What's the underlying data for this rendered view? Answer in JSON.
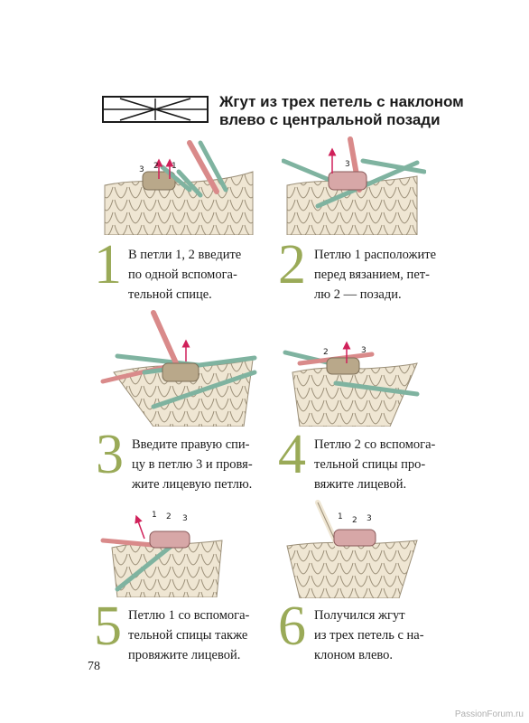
{
  "title": {
    "line1": "Жгут из трех петель с наклоном",
    "line2": "влево с центральной позади"
  },
  "colors": {
    "accent_number": "#9aaa58",
    "yarn": "#efe6d3",
    "yarn_outline": "#9b8f78",
    "needle_pink": "#d98a8a",
    "needle_green": "#7fb3a0",
    "arrow": "#d0215a"
  },
  "steps": [
    {
      "number": "1",
      "lines": [
        "В петли 1, 2 введите",
        "по одной вспомога-",
        "тельной спице."
      ],
      "labels": [
        "3",
        "2",
        "1"
      ]
    },
    {
      "number": "2",
      "lines": [
        "Петлю 1 расположите",
        "перед вязанием, пет-",
        "лю 2 — позади."
      ],
      "labels": [
        "3"
      ]
    },
    {
      "number": "3",
      "lines": [
        "Введите правую спи-",
        "цу в петлю 3 и провя-",
        "жите лицевую петлю."
      ],
      "labels": []
    },
    {
      "number": "4",
      "lines": [
        "Петлю 2 со вспомога-",
        "тельной спицы про-",
        "вяжите лицевой."
      ],
      "labels": [
        "2",
        "3"
      ]
    },
    {
      "number": "5",
      "lines": [
        "Петлю 1 со вспомога-",
        "тельной спицы также",
        "провяжите лицевой."
      ],
      "labels": [
        "1",
        "2",
        "3"
      ]
    },
    {
      "number": "6",
      "lines": [
        "Получился жгут",
        "из трех петель с на-",
        "клоном влево."
      ],
      "labels": [
        "1",
        "2",
        "3"
      ]
    }
  ],
  "page_number": "78",
  "watermark": "PassionForum.ru"
}
